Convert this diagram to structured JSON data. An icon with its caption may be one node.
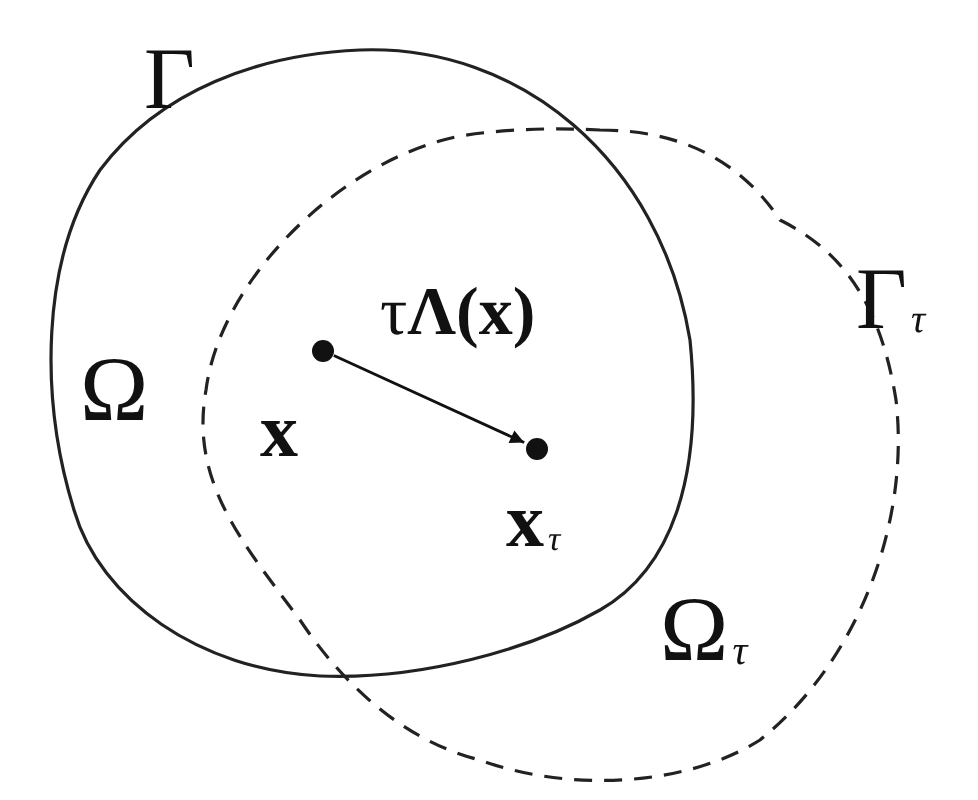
{
  "diagram": {
    "nodes": [
      {
        "text": [],
        "shape": "circle",
        "beside": [
          "x"
        ]
      },
      {
        "text": [],
        "shape": "circle",
        "beside": [
          "**x**$_{τ}$"
        ]
      }
    ],
    "edges": [
      {
        "from": 0,
        "to": 1,
        "arrow": "to",
        "label": "τ**Λ(x)**"
      }
    ],
    "labels": [
      "Γ",
      "Γ$_{τ}$",
      "Ω",
      "Ω$_{τ}$"
    ]
  }
}
